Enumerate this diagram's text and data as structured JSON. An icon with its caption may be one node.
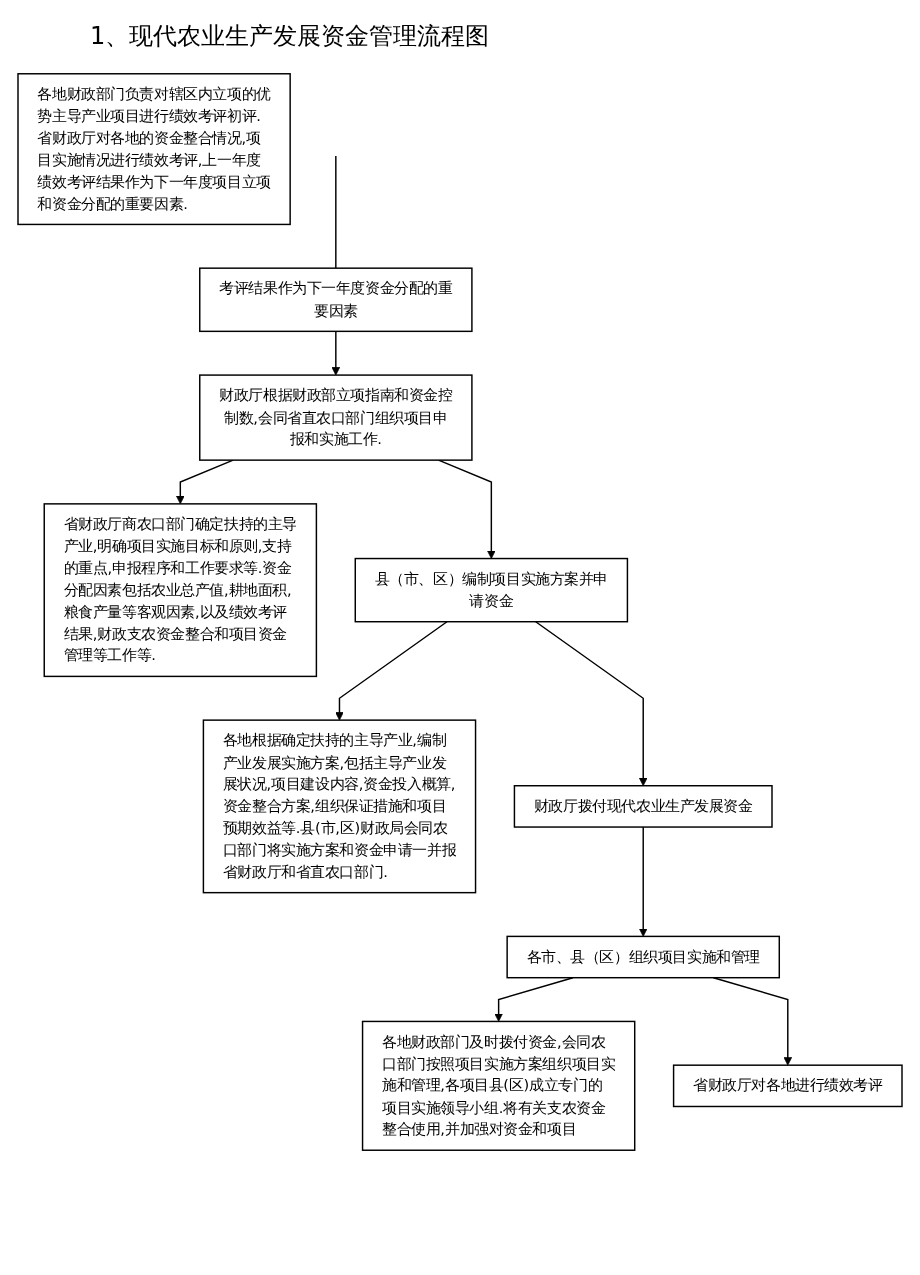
{
  "diagram": {
    "title": "1、现代农业生产发展资金管理流程图",
    "nodes": [
      {
        "text": [
          "省财政厅商农口部门确定扶持的主导产业,明确项目实施目标和原则,支持的重点,申报程序和工作要求等.资金分配因素包括农业总产值,耕地面积,粮食产量等客观因素,以及绩效考评结果,财政支农资金整合和项目资金管理等工作等."
        ]
      },
      {
        "text": [
          "财政厅根据财政部立项指南和资金控制数,会同省直农口部门组织项目申报和实施工作."
        ]
      },
      {
        "text": [
          "各地根据确定扶持的主导产业,编制产业发展实施方案,包括主导产业发展状况,项目建设内容,资金投入概算,资金整合方案,组织保证措施和项目预期效益等.县(市,区)财政局会同农口部门将实施方案和资金申请一并报省财政厅和省直农口部门."
        ]
      },
      {
        "text": [
          "县（市、区）编制项目实施方案并申请资金"
        ]
      },
      {
        "text": [
          "财政厅拨付现代农业生产发展资金"
        ]
      },
      {
        "text": [
          "各地财政部门及时拨付资金,会同农口部门按照项目实施方案组织项目实施和管理,各项目县(区)成立专门的项目实施领导小组.将有关支农资金整合使用,并加强对资金和项目"
        ]
      },
      {
        "text": [
          "各市、县（区）组织项目实施和管理"
        ]
      },
      {
        "text": [
          "各地财政部门负责对辖区内立项的优势主导产业项目进行绩效考评初评.省财政厅对各地的资金整合情况,项目实施情况进行绩效考评,上一年度绩效考评结果作为下一年度项目立项和资金分配的重要因素."
        ]
      },
      {
        "text": [
          "省财政厅对各地进行绩效考评"
        ]
      },
      {
        "text": [
          "考评结果作为下一年度资金分配的重要因素"
        ]
      }
    ],
    "edges": [
      {
        "from": 1,
        "to": 0,
        "arrow": "to"
      },
      {
        "from": 1,
        "to": 3,
        "arrow": "to"
      },
      {
        "from": 3,
        "to": 2,
        "arrow": "to"
      },
      {
        "from": 3,
        "to": 4,
        "arrow": "to"
      },
      {
        "from": 4,
        "to": 6,
        "arrow": "to"
      },
      {
        "from": 6,
        "to": 5,
        "arrow": "to"
      },
      {
        "from": 6,
        "to": 8,
        "arrow": "to"
      },
      {
        "from": 9,
        "to": 1,
        "arrow": "to"
      },
      {
        "from": null,
        "to": 9,
        "arrow": "none"
      }
    ]
  }
}
